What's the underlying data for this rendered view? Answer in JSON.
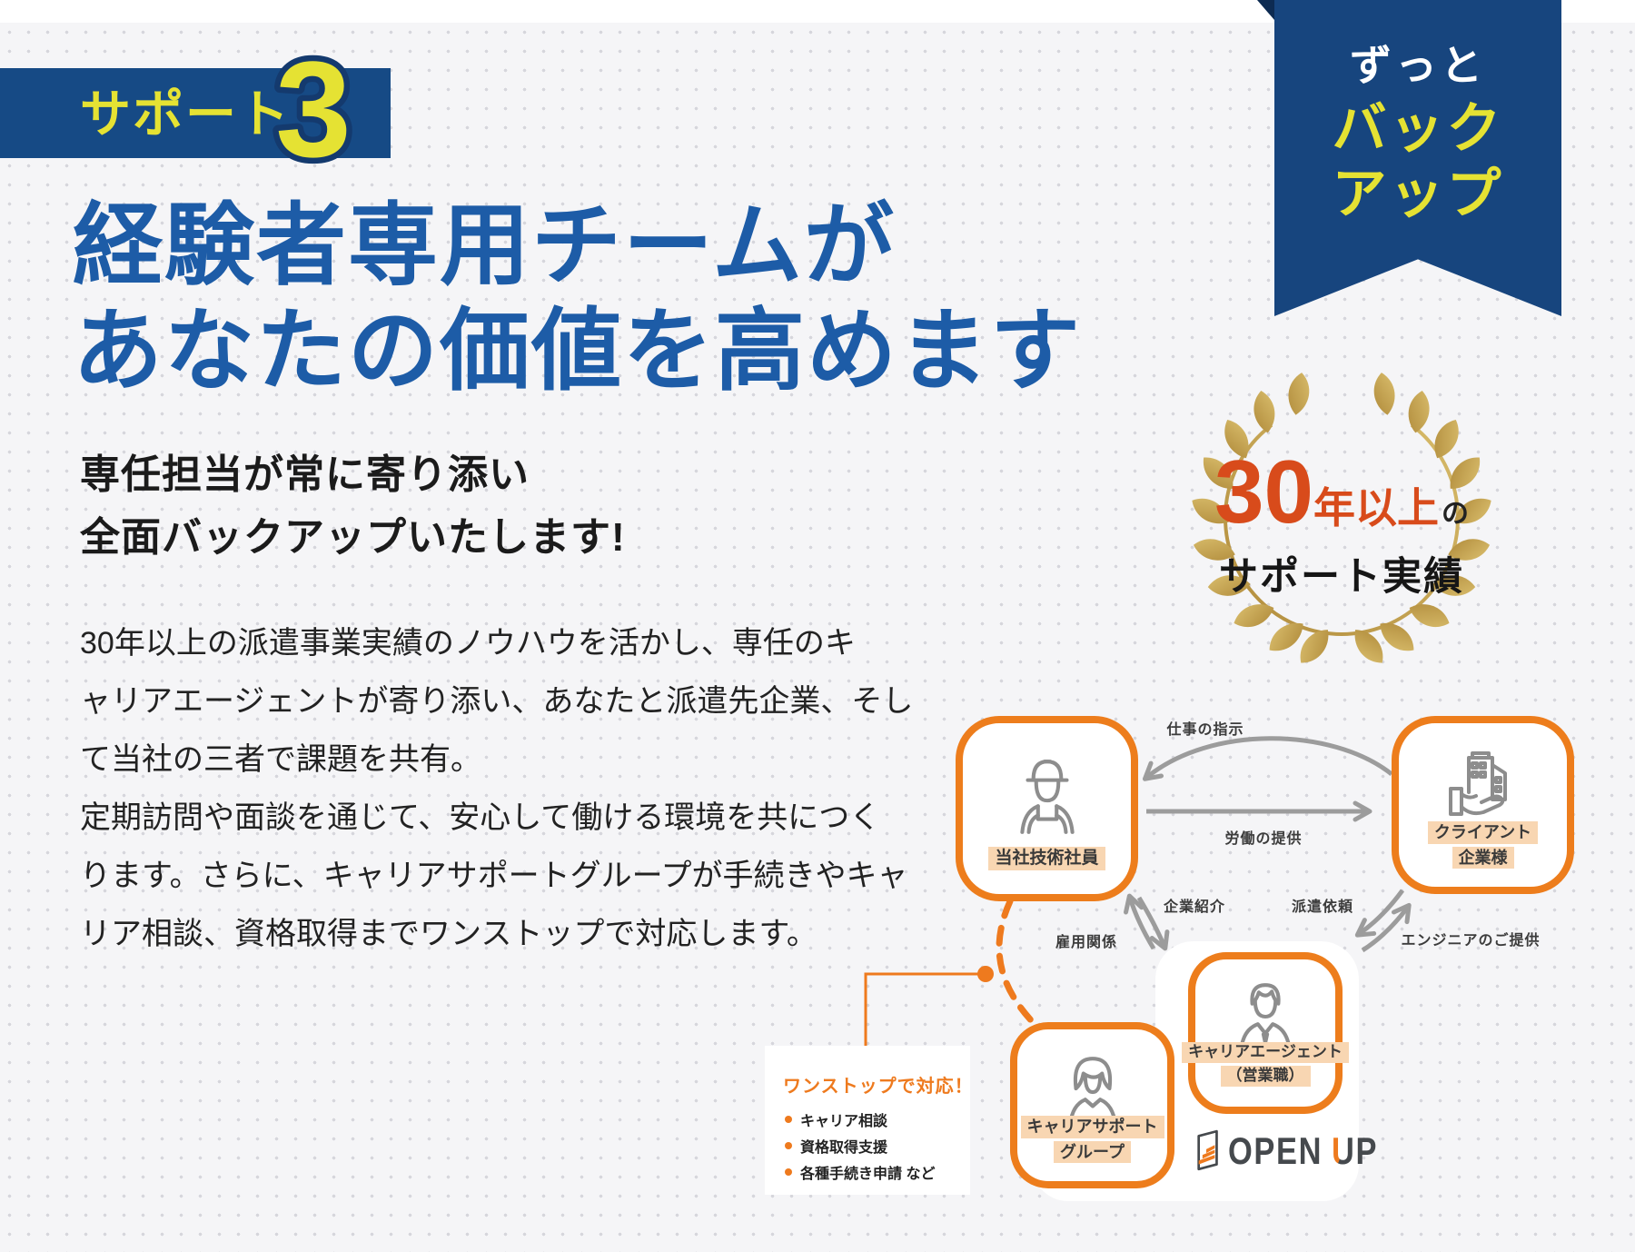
{
  "banner": {
    "label": "サポート",
    "number": "3"
  },
  "ribbon": {
    "lines": [
      "ずっと",
      "バック",
      "アップ"
    ]
  },
  "hero": {
    "title_lines": [
      "経験者専用チームが",
      "あなたの価値を高めます"
    ],
    "subtitle_lines": [
      "専任担当が常に寄り添い",
      "全面バックアップいたします!"
    ],
    "body_lines": [
      "30年以上の派遣事業実績のノウハウを活かし、専任のキ",
      "ャリアエージェントが寄り添い、あなたと派遣先企業、そし",
      "て当社の三者で課題を共有。",
      "定期訪問や面談を通じて、安心して働ける環境を共につく",
      "ります。さらに、キャリアサポートグループが手続きやキャ",
      "リア相談、資格取得までワンストップで対応します。"
    ]
  },
  "badge": {
    "number": "30",
    "unit": "年以上",
    "particle": "の",
    "line2": "サポート実績"
  },
  "diagram": {
    "nodes": {
      "engineer": {
        "label": "当社技術社員"
      },
      "client": {
        "lines": [
          "クライアント",
          "企業様"
        ]
      },
      "agent": {
        "lines": [
          "キャリアエージェント",
          "（営業職）"
        ]
      },
      "support": {
        "lines": [
          "キャリアサポート",
          "グループ"
        ]
      }
    },
    "arrows": {
      "work_order": "仕事の指示",
      "labor": "労働の提供",
      "referral": "企業紹介",
      "dispatch": "派遣依頼",
      "employment": "雇用関係",
      "engineer_supply": "エンジニアのご提供"
    },
    "logo": {
      "open": "OPEN",
      "u": "U",
      "p": "P"
    }
  },
  "onestop": {
    "title": "ワンストップで対応！",
    "items": [
      "キャリア相談",
      "資格取得支援",
      "各種手続き申請 など"
    ]
  },
  "colors": {
    "navy": "#164a85",
    "heading_blue": "#1d5ca7",
    "yellow": "#e5e233",
    "orange": "#ed7d1c",
    "peach": "#f8d6b2",
    "red_orange": "#d84b1b",
    "gold": "#c3a24a"
  }
}
